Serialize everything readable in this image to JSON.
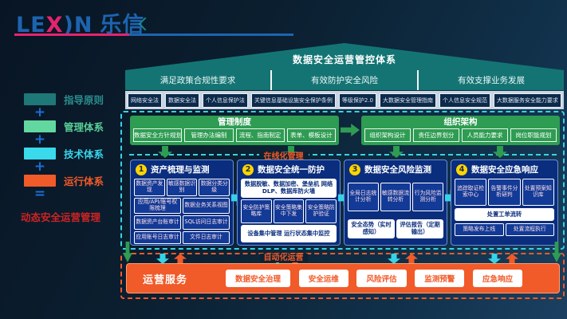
{
  "logo": {
    "part1": "LE",
    "x": "X",
    "part2": ")N",
    "cn": "乐信"
  },
  "legend": {
    "items": [
      {
        "label": "指导原则"
      },
      {
        "label": "管理体系"
      },
      {
        "label": "技术体系"
      },
      {
        "label": "运行体系"
      }
    ],
    "plus": "+",
    "equals": "=",
    "result": "动态安全运营管理"
  },
  "banner": {
    "title": "数据安全运营管控体系",
    "goals": [
      "满足政策合规性要求",
      "有效防护安全风险",
      "有效支撑业务发展"
    ]
  },
  "regulations": [
    "网络安全法",
    "数据安全法",
    "个人信息保护法",
    "关键信息基础设施安全保护条例",
    "等级保护2.0",
    "大数据安全管理指南",
    "个人信息安全规范",
    "大数据服务安全能力要求"
  ],
  "management": {
    "left": {
      "title": "管理制度",
      "items": [
        "数据安全方针规划",
        "管理办法编制",
        "流程、指南制定",
        "表单、模板设计"
      ]
    },
    "right": {
      "title": "组织架构",
      "items": [
        "组织架构设计",
        "责任边界划分",
        "人员能力要求",
        "岗位职能规划"
      ]
    }
  },
  "online_label": "在线化管理",
  "panels": [
    {
      "num": "1",
      "title": "资产梳理与监测",
      "row1": [
        "数据资产发现",
        "敏感数据识别",
        "数据分类分级"
      ],
      "row2": [
        "应用/API/账号权限梳理",
        "数据业务关系视图"
      ],
      "row3": [
        "数据资产台账审计",
        "SQL访问日志审计"
      ],
      "row4": [
        "应用账号日志审计",
        "文件日志审计"
      ]
    },
    {
      "num": "2",
      "title": "数据安全统一防护",
      "wide_top": "数据脱敏、数据加密、堡垒机 网络DLP、数据库防火墙",
      "mids": [
        "安全防护策略库",
        "安全策略集中下发",
        "安全策略防护验证"
      ],
      "wide_bottom": "设备集中管理 运行状态集中监控"
    },
    {
      "num": "3",
      "title": "数据安全风险监测",
      "tops": [
        "全局日志统计分析",
        "敏感数据流转分析",
        "行为风险监测分析"
      ],
      "bottoms": [
        "安全态势（实时感知）",
        "评估报告（定期输出）"
      ]
    },
    {
      "num": "4",
      "title": "数据安全应急响应",
      "tops": [
        "追踪取证检索中心",
        "告警事件分析研判",
        "处置预案知识库"
      ],
      "wide": "处置工单流转",
      "bottoms": [
        "策略发布上线",
        "处置流程执行"
      ]
    }
  ],
  "automation_label": "自动化运营",
  "operations": {
    "title": "运营服务",
    "services": [
      "数据安全治理",
      "安全运维",
      "风险评估",
      "监测预警",
      "应急响应"
    ]
  },
  "colors": {
    "teal": "#147474",
    "green": "#2e9c52",
    "panel_blue": "#0a2d7e",
    "cyan": "#35d3e8",
    "orange": "#f15a29",
    "magenta": "#e6246e",
    "logo_blue": "#1d64b0",
    "yellow": "#ffd400",
    "red": "#cc2424"
  }
}
